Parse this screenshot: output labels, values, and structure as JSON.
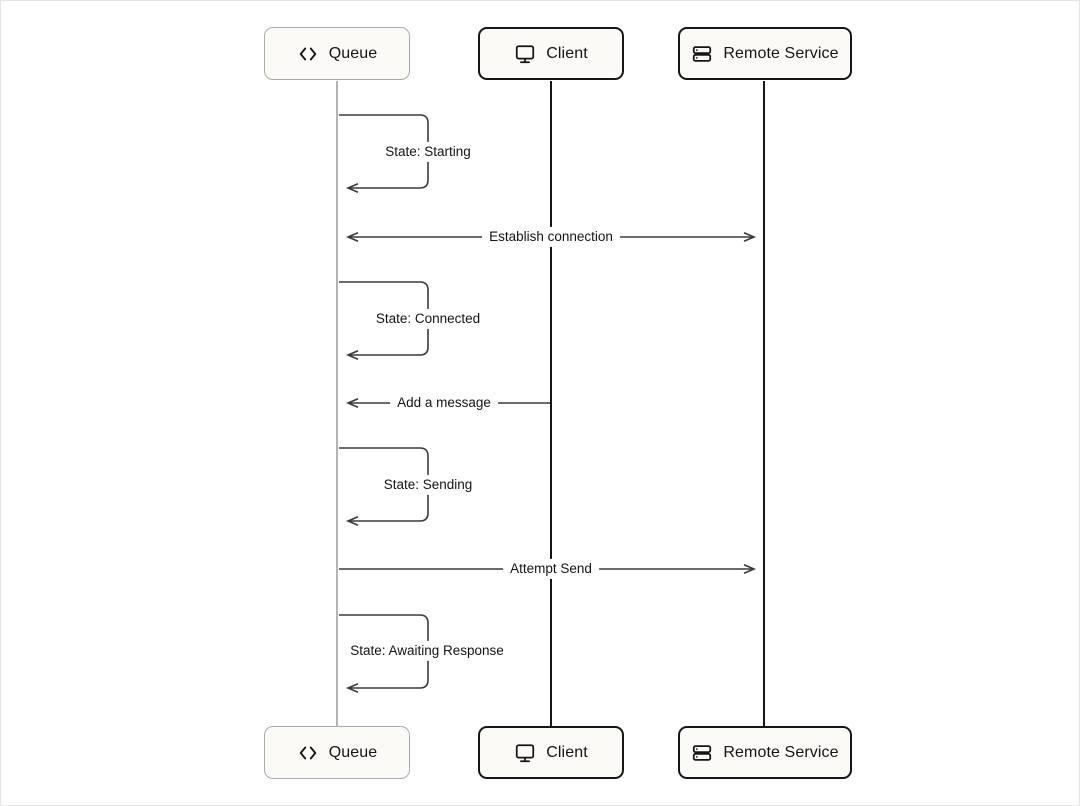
{
  "diagram": {
    "kind": "sequence-diagram",
    "actors": [
      {
        "label": "Queue",
        "icon": "code-brackets-icon",
        "style": "muted"
      },
      {
        "label": "Client",
        "icon": "monitor-icon",
        "style": "strong"
      },
      {
        "label": "Remote Service",
        "icon": "server-stack-icon",
        "style": "strong"
      }
    ],
    "messages": [
      {
        "label": "State: Starting",
        "kind": "self-message",
        "actor": "Queue"
      },
      {
        "label": "Establish connection",
        "kind": "bidirectional",
        "from": "Queue",
        "to": "Remote Service"
      },
      {
        "label": "State: Connected",
        "kind": "self-message",
        "actor": "Queue"
      },
      {
        "label": "Add a message",
        "kind": "arrow",
        "from": "Client",
        "to": "Queue"
      },
      {
        "label": "State: Sending",
        "kind": "self-message",
        "actor": "Queue"
      },
      {
        "label": "Attempt Send",
        "kind": "arrow",
        "from": "Queue",
        "to": "Remote Service"
      },
      {
        "label": "State: Awaiting Response",
        "kind": "self-message",
        "actor": "Queue"
      }
    ],
    "colors": {
      "background": "#ffffff",
      "frame": "#e4e4e4",
      "box_fill": "#fbfaf7",
      "strong_stroke": "#161616",
      "muted_stroke": "#a9abad",
      "message_line": "#3a3a3a",
      "text": "#141414"
    }
  }
}
